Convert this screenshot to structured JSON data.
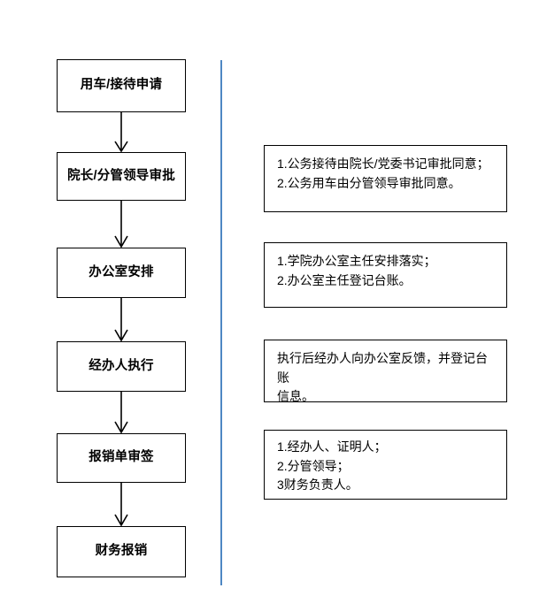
{
  "diagram": {
    "type": "flowchart",
    "orientation": "vertical",
    "divider_color": "#4e87c3",
    "box_border_color": "#000000",
    "background_color": "#ffffff",
    "steps": [
      {
        "id": "step-1",
        "label": "用车/接待申请"
      },
      {
        "id": "step-2",
        "label": "院长/分管领导审批"
      },
      {
        "id": "step-3",
        "label": "办公室安排"
      },
      {
        "id": "step-4",
        "label": "经办人执行"
      },
      {
        "id": "step-5",
        "label": "报销单审签"
      },
      {
        "id": "step-6",
        "label": "财务报销"
      }
    ],
    "notes": [
      {
        "id": "note-1",
        "lines": [
          "1.公务接待由院长/党委书记审批同意；",
          "2.公务用车由分管领导审批同意。"
        ]
      },
      {
        "id": "note-2",
        "lines": [
          "1.学院办公室主任安排落实；",
          "2.办公室主任登记台账。"
        ]
      },
      {
        "id": "note-3",
        "lines": [
          "执行后经办人向办公室反馈，并登记台账",
          "信息。"
        ]
      },
      {
        "id": "note-4",
        "lines": [
          "1.经办人、证明人；",
          "2.分管领导；",
          "3财务负责人。"
        ]
      }
    ],
    "connectors": [
      {
        "id": "arrow-1",
        "from": "step-1",
        "to": "step-2"
      },
      {
        "id": "arrow-2",
        "from": "step-2",
        "to": "step-3"
      },
      {
        "id": "arrow-3",
        "from": "step-3",
        "to": "step-4"
      },
      {
        "id": "arrow-4",
        "from": "step-4",
        "to": "step-5"
      },
      {
        "id": "arrow-5",
        "from": "step-5",
        "to": "step-6"
      }
    ]
  }
}
